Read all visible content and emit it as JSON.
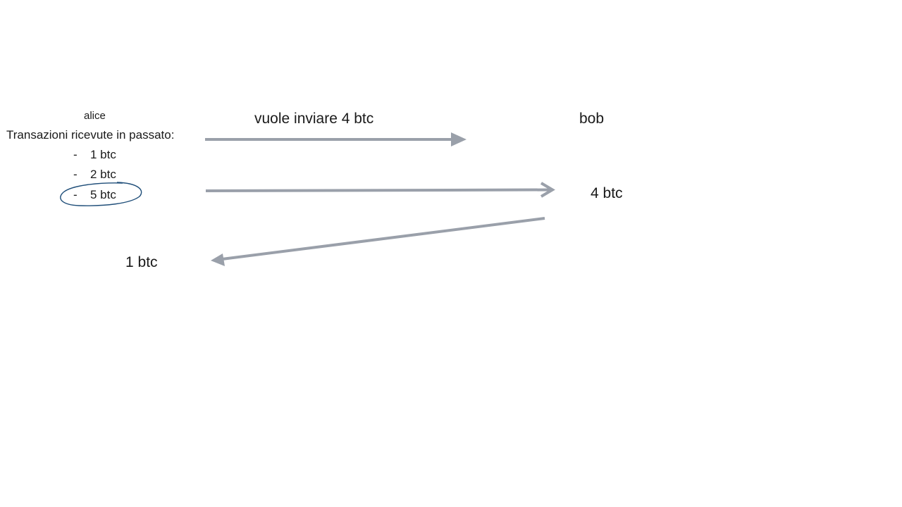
{
  "sender": {
    "name": "alice",
    "history_title": "Transazioni ricevute in passato:",
    "received_transactions": [
      {
        "bullet": "-",
        "amount": "1 btc"
      },
      {
        "bullet": "-",
        "amount": "2 btc"
      },
      {
        "bullet": "-",
        "amount": "5 btc",
        "highlighted": true
      }
    ]
  },
  "intent": {
    "label": "vuole inviare 4 btc"
  },
  "receiver": {
    "name": "bob",
    "received_amount": "4 btc"
  },
  "change": {
    "amount": "1 btc"
  },
  "colors": {
    "arrow": "#9aa0aa",
    "highlight_ellipse": "#1f4e79",
    "text": "#1a1a1a"
  }
}
